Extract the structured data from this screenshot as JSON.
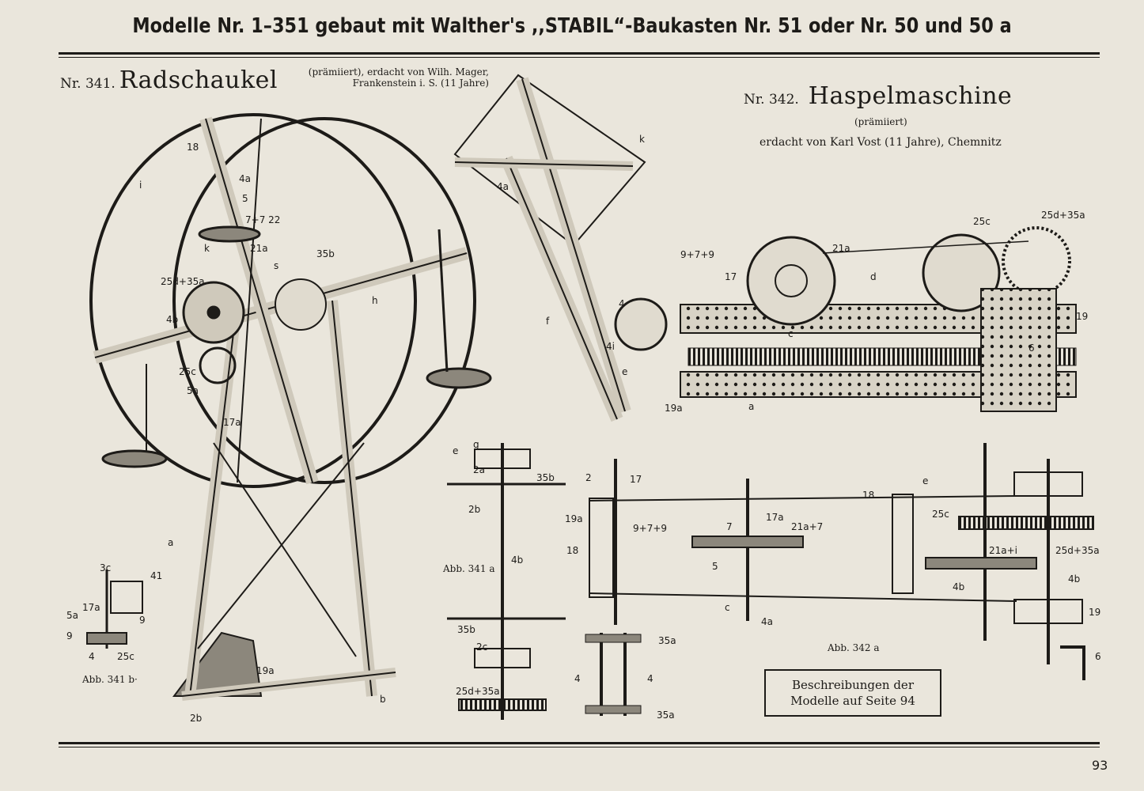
{
  "header": "Modelle Nr. 1–351 gebaut mit Walther's ,,STABIL“-Baukasten Nr. 51 oder Nr. 50 und 50 a",
  "model341": {
    "number": "Nr. 341.",
    "name": "Radschaukel",
    "credit_line1": "(prämiiert), erdacht von Wilh. Mager,",
    "credit_line2": "Frankenstein i. S. (11 Jahre)"
  },
  "model342": {
    "number": "Nr. 342.",
    "name": "Haspelmaschine",
    "subtitle": "(prämiiert)",
    "credit": "erdacht von Karl Vost (11 Jahre), Chemnitz"
  },
  "captions": {
    "abb341a": "Abb. 341 a",
    "abb341b": "Abb. 341 b·",
    "abb342a": "Abb. 342 a"
  },
  "note": {
    "line1": "Beschreibungen der",
    "line2": "Modelle auf Seite 94"
  },
  "page_number": "93",
  "part_labels": {
    "l_18a": "18",
    "l_i": "i",
    "l_4a": "4a",
    "l_5": "5",
    "l_772": "7+7 22",
    "l_21a": "21a",
    "l_k": "k",
    "l_35b": "35b",
    "l_25d35a": "25d+35a",
    "l_4b": "4b",
    "l_25c": "25c",
    "l_5a": "5a",
    "l_17a": "17a",
    "l_a": "a",
    "l_h": "h",
    "l_s": "s",
    "l_b": "b",
    "l_2b": "2b",
    "l_19a": "19a",
    "l_f": "f",
    "l_4": "4",
    "l_4i": "4i",
    "l_e": "e",
    "l_9_7_9": "9+7+9",
    "l_17": "17",
    "l_d": "d",
    "l_c": "c",
    "l_6": "6",
    "l_19": "19",
    "l_2": "2",
    "l_21a7": "21a+7",
    "l_7": "7",
    "l_21ai": "21a+i",
    "l_2a": "2a",
    "l_2c": "2c",
    "l_g": "g",
    "l_3c": "3c",
    "l_41": "41",
    "l_9": "9",
    "l_35a": "35a"
  }
}
